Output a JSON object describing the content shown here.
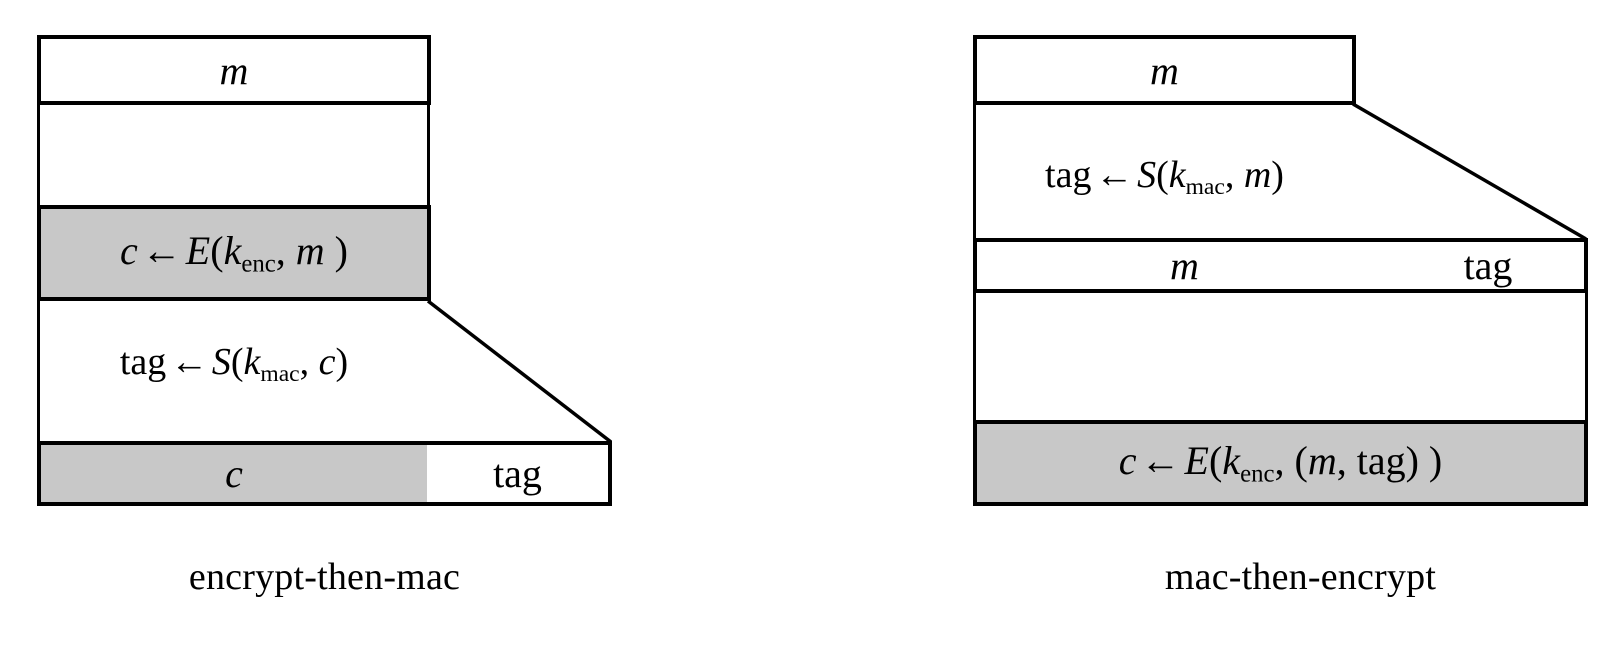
{
  "figure": {
    "type": "diagram",
    "description": "Two authenticated-encryption construction diagrams",
    "background_color": "#ffffff",
    "line_color": "#000000",
    "shaded_color": "#c8c8c8"
  },
  "left_diagram": {
    "caption": "encrypt-then-mac",
    "top_block": {
      "label": "m"
    },
    "encrypt_block": {
      "expr_lhs": "c",
      "arrow": "←",
      "fn": "E",
      "paren_open": "(",
      "key": "k",
      "key_sub": "enc",
      "comma": ", ",
      "arg": "m",
      "paren_close": " )",
      "full_text": "c ← E(k_enc, m )",
      "shaded": true
    },
    "mac_formula": {
      "expr_lhs": "tag",
      "arrow": "←",
      "fn": "S",
      "paren_open": "(",
      "key": "k",
      "key_sub": "mac",
      "comma": ", ",
      "arg": "c",
      "paren_close": ")",
      "full_text": "tag ← S(k_mac, c)"
    },
    "output_row": {
      "cells": [
        {
          "label": "c",
          "shaded": true
        },
        {
          "label": "tag",
          "shaded": false
        }
      ]
    }
  },
  "right_diagram": {
    "caption": "mac-then-encrypt",
    "top_block": {
      "label": "m"
    },
    "mac_formula": {
      "expr_lhs": "tag",
      "arrow": "←",
      "fn": "S",
      "paren_open": "(",
      "key": "k",
      "key_sub": "mac",
      "comma": ", ",
      "arg": "m",
      "paren_close": ")",
      "full_text": "tag ← S(k_mac, m)"
    },
    "middle_row": {
      "cells": [
        {
          "label": "m",
          "shaded": false
        },
        {
          "label": "tag",
          "shaded": false
        }
      ]
    },
    "encrypt_block": {
      "expr_lhs": "c",
      "arrow": "←",
      "fn": "E",
      "paren_open": "(",
      "key": "k",
      "key_sub": "enc",
      "comma": ", ",
      "arg_open": " (",
      "arg_a": "m",
      "arg_comma": ", ",
      "arg_b": "tag",
      "arg_close": ")",
      "paren_close": " )",
      "full_text": "c ← E(k_enc,  (m, tag) )",
      "shaded": true
    }
  }
}
